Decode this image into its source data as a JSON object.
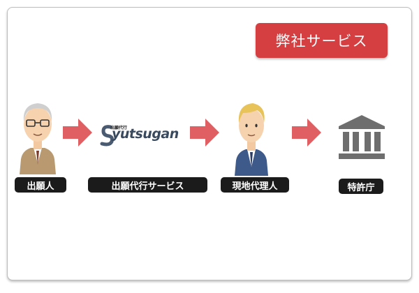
{
  "badge": {
    "text": "弊社サービス"
  },
  "nodes": [
    {
      "label": "出願人",
      "icon": "applicant-person-icon"
    },
    {
      "label": "出願代行サービス",
      "icon": "syutsugan-logo"
    },
    {
      "label": "現地代理人",
      "icon": "agent-person-icon"
    },
    {
      "label": "特許庁",
      "icon": "patent-office-building-icon"
    }
  ],
  "logo": {
    "small_text": "出願代行",
    "brand_text": "yutsugan"
  },
  "colors": {
    "accent": "#d53f42",
    "arrow": "#df5f62",
    "label_bg": "#1b1b1b",
    "building": "#6e6e6e"
  }
}
